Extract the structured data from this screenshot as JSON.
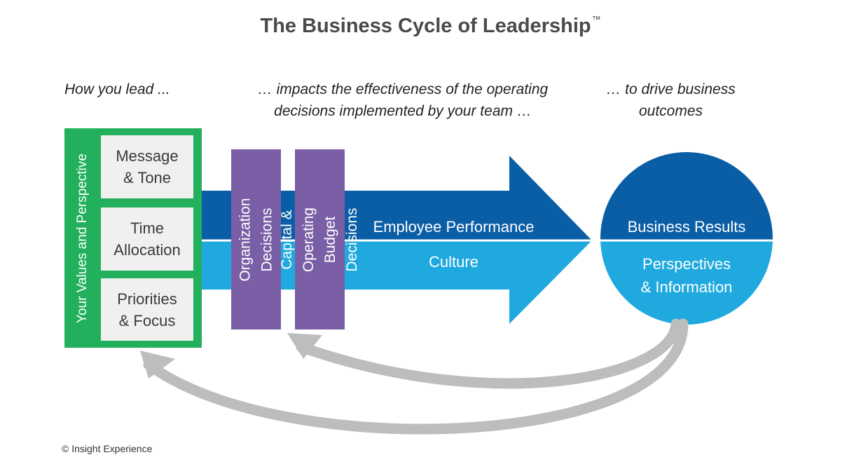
{
  "title": {
    "text": "The Business Cycle of Leadership",
    "trademark": "™"
  },
  "captions": {
    "left": "How you lead ...",
    "middle": "… impacts the effectiveness of the operating decisions implemented by your team …",
    "right": "… to drive business outcomes"
  },
  "leadership": {
    "side_label": "Your Values and Perspective",
    "boxes": [
      {
        "label": "Message\n& Tone"
      },
      {
        "label": "Time\nAllocation"
      },
      {
        "label": "Priorities\n& Focus"
      }
    ]
  },
  "decisions": [
    {
      "label": "Organization\nDecisions"
    },
    {
      "label": "Capital & Operating\nBudget Decisions"
    }
  ],
  "arrow": {
    "top_label": "Employee Performance",
    "bottom_label": "Culture"
  },
  "outcome_circle": {
    "top_label": "Business Results",
    "bottom_label": "Perspectives\n& Information"
  },
  "colors": {
    "green": "#22b05c",
    "purple": "#7b5fa6",
    "dark_blue": "#0a5ea6",
    "light_blue": "#1fa9df",
    "feedback_gray": "#bdbdbd"
  },
  "footer": "© Insight Experience"
}
